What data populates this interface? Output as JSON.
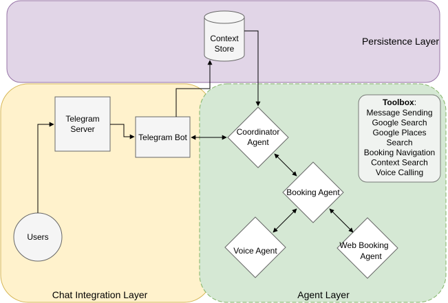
{
  "layers": {
    "persistence": {
      "label": "Persistence Layer",
      "color": "#e1d5e7",
      "stroke": "#9673a6"
    },
    "chat": {
      "label": "Chat Integration Layer",
      "color": "#fff2cc",
      "stroke": "#d6b656"
    },
    "agent": {
      "label": "Agent Layer",
      "color": "#d5e8d4",
      "stroke": "#82b366"
    }
  },
  "nodes": {
    "context_store": {
      "lines": [
        "Context",
        "Store"
      ]
    },
    "telegram_server": {
      "lines": [
        "Telegram",
        "Server"
      ]
    },
    "telegram_bot": {
      "lines": [
        "Telegram Bot"
      ]
    },
    "users": {
      "lines": [
        "Users"
      ]
    },
    "coordinator_agent": {
      "lines": [
        "Coordinator",
        "Agent"
      ]
    },
    "booking_agent": {
      "lines": [
        "Booking Agent"
      ]
    },
    "voice_agent": {
      "lines": [
        "Voice Agent"
      ]
    },
    "web_booking_agent": {
      "lines": [
        "Web Booking",
        "Agent"
      ]
    }
  },
  "toolbox": {
    "title": "Toolbox",
    "title_suffix": ":",
    "items": [
      "Message Sending",
      "Google Search",
      "Google Places",
      "Search",
      "Booking Navigation",
      "Context Search",
      "Voice Calling"
    ]
  }
}
